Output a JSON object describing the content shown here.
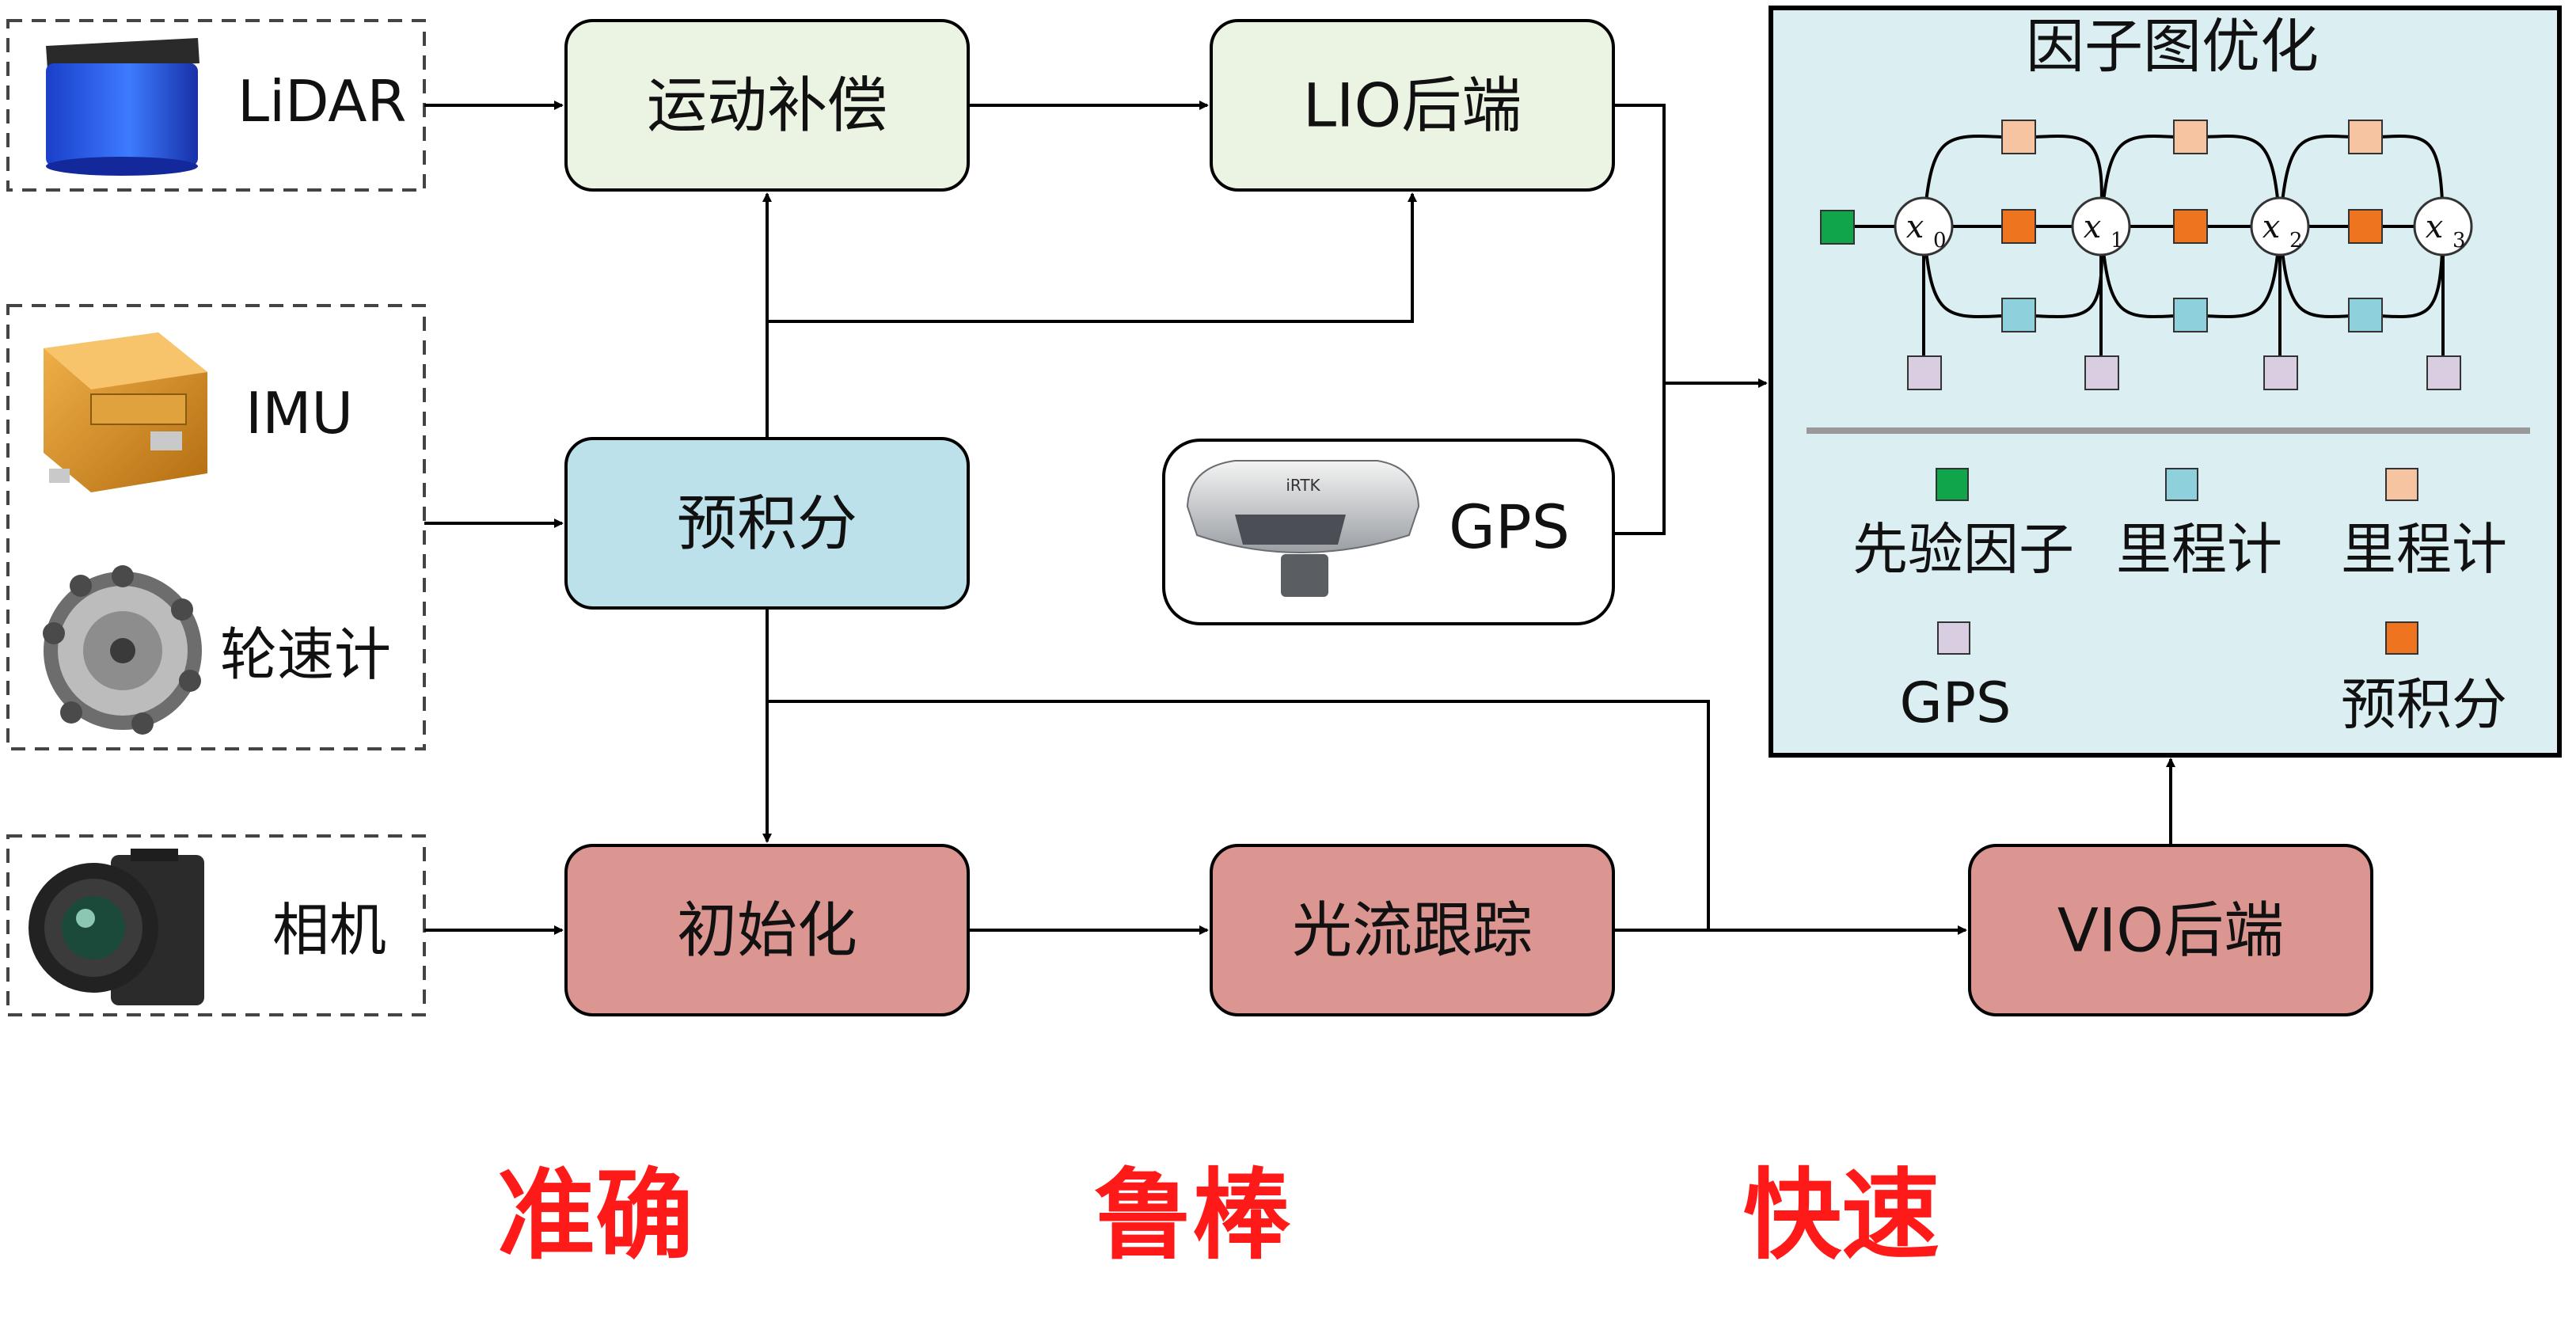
{
  "colors": {
    "green_box": "#ebf3e3",
    "blue_box": "#bde1ea",
    "red_box": "#db9691",
    "panel_bg": "#dbeff3",
    "prior_factor": "#10a54b",
    "odom_factor_blue": "#8fd0dd",
    "odom_factor_orange": "#f6c4a0",
    "gps_factor": "#d9cde2",
    "preint_factor": "#ee7420",
    "keyword_red": "#ff1a1a"
  },
  "sensors": {
    "lidar": {
      "label": "LiDAR",
      "icon": "lidar-sensor-icon"
    },
    "imu": {
      "label": "IMU",
      "icon": "imu-module-icon"
    },
    "wheel": {
      "label": "轮速计",
      "icon": "wheel-encoder-icon"
    },
    "camera": {
      "label": "相机",
      "icon": "camera-icon"
    },
    "gps": {
      "label": "GPS",
      "icon": "gps-receiver-icon",
      "device_text": "iRTK"
    }
  },
  "modules": {
    "motion_comp": "运动补偿",
    "lio_backend": "LIO后端",
    "preintegration": "预积分",
    "initialization": "初始化",
    "optical_flow": "光流跟踪",
    "vio_backend": "VIO后端"
  },
  "factor_graph": {
    "title": "因子图优化",
    "nodes": [
      {
        "var": "x",
        "sub": "0"
      },
      {
        "var": "x",
        "sub": "1"
      },
      {
        "var": "x",
        "sub": "2"
      },
      {
        "var": "x",
        "sub": "3"
      }
    ],
    "legend": {
      "prior": "先验因子",
      "odom_blue": "里程计",
      "odom_orange": "里程计",
      "gps": "GPS",
      "preint": "预积分"
    }
  },
  "keywords": [
    "准确",
    "鲁棒",
    "快速"
  ]
}
